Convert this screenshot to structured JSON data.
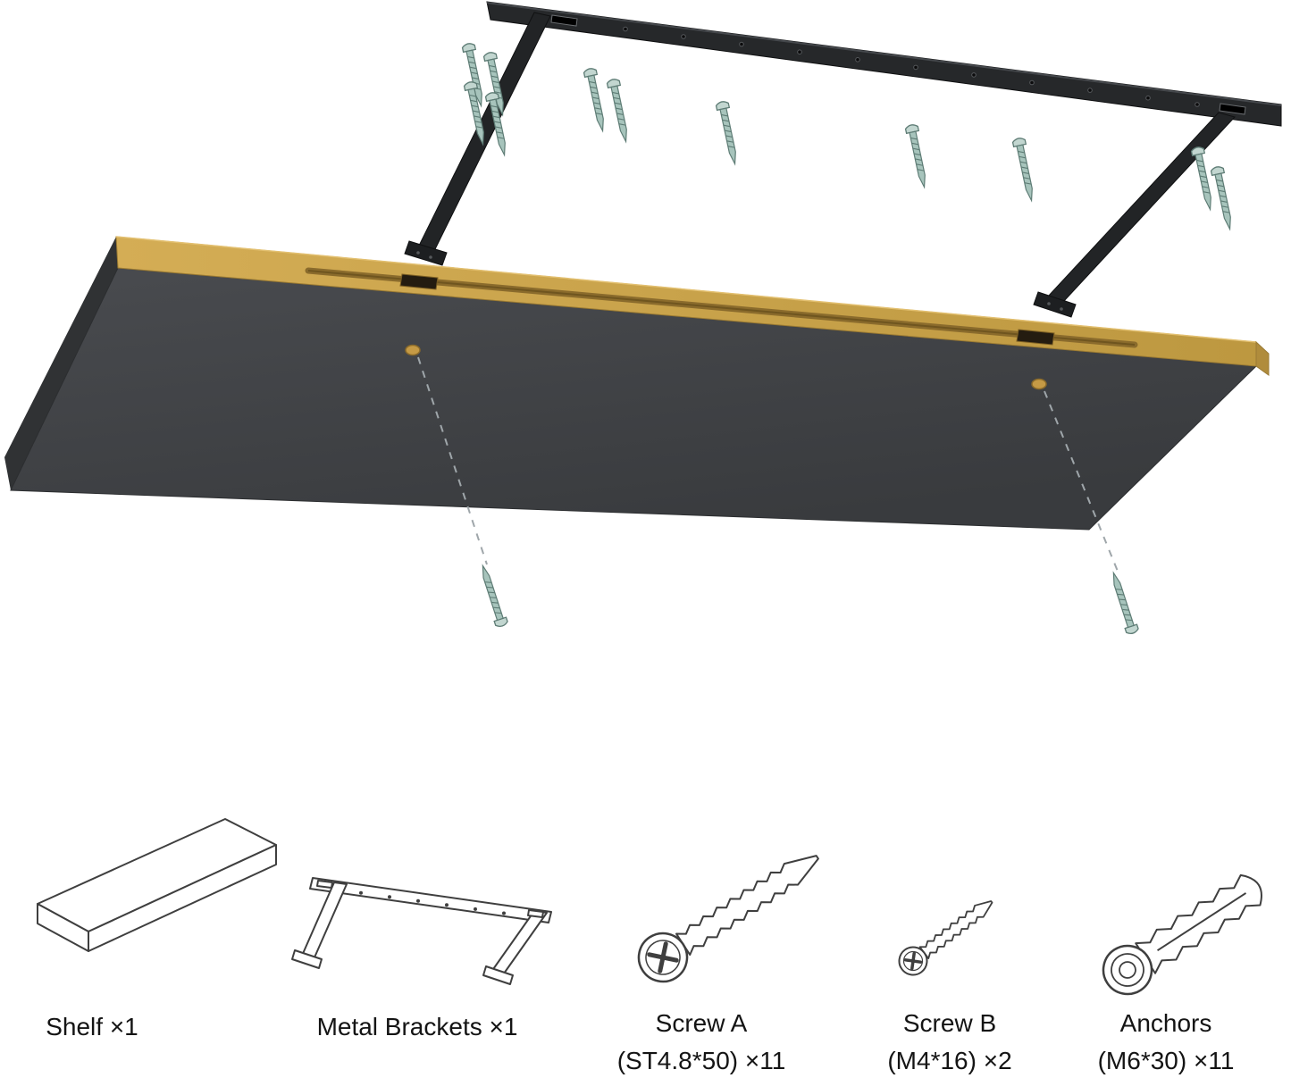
{
  "diagram": {
    "description": "Exploded assembly view of a wall-mounted floating shelf with metal bracket, screws and anchors",
    "colors": {
      "background": "#ffffff",
      "shelf_underside": "#3e4044",
      "shelf_wood_edge": "#c9a24c",
      "bracket_metal": "#26282a",
      "screw_green": "#a7c4bc",
      "outline_drawings": "#3f3f3f"
    }
  },
  "parts_list": {
    "items": [
      {
        "id": "shelf",
        "label": "Shelf ×1",
        "spec": ""
      },
      {
        "id": "metal-brackets",
        "label": "Metal Brackets ×1",
        "spec": ""
      },
      {
        "id": "screw-a",
        "label": "Screw A",
        "spec": "(ST4.8*50) ×11"
      },
      {
        "id": "screw-b",
        "label": "Screw B",
        "spec": "(M4*16) ×2"
      },
      {
        "id": "anchors",
        "label": "Anchors",
        "spec": "(M6*30) ×11"
      }
    ]
  }
}
